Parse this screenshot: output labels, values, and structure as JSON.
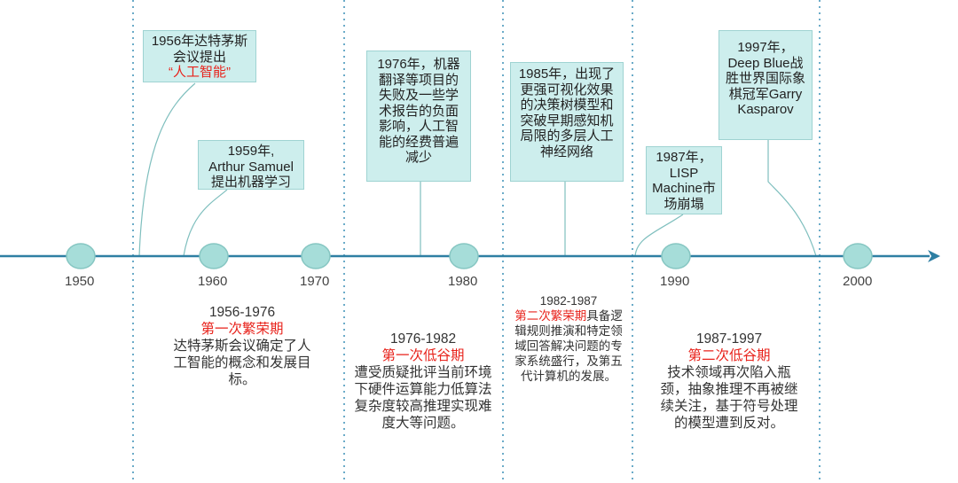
{
  "years": [
    "1950",
    "1960",
    "1970",
    "1980",
    "1990",
    "2000"
  ],
  "events": {
    "e1956": {
      "line1": "1956年达特茅斯",
      "line2": "会议提出",
      "line3": "“人工智能”"
    },
    "e1959": {
      "line1": "1959年,",
      "line2": "Arthur Samuel",
      "line3": "提出机器学习"
    },
    "e1976": {
      "text": "1976年，机器翻译等项目的失败及一些学术报告的负面影响，人工智能的经费普遍减少"
    },
    "e1985": {
      "text": "1985年，出现了更强可视化效果的决策树模型和突破早期感知机局限的多层人工神经网络"
    },
    "e1987": {
      "text": "1987年，LISP Machine市场崩塌"
    },
    "e1997": {
      "text": "1997年，Deep Blue战胜世界国际象棋冠军Garry Kasparov"
    }
  },
  "periods": {
    "p1": {
      "range": "1956-1976",
      "name": "第一次繁荣期",
      "desc": "达特茅斯会议确定了人工智能的概念和发展目标。"
    },
    "p2": {
      "range": "1976-1982",
      "name": "第一次低谷期",
      "desc": "遭受质疑批评当前环境下硬件运算能力低算法复杂度较高推理实现难度大等问题。"
    },
    "p3": {
      "range": "1982-1987",
      "name": "第二次繁荣期",
      "desc": "具备逻辑规则推演和特定领域回答解决问题的专家系统盛行，及第五代计算机的发展。"
    },
    "p4": {
      "range": "1987-1997",
      "name": "第二次低谷期",
      "desc": "技术领域再次陷入瓶颈，抽象推理不再被继续关注，基于符号处理的模型遭到反对。"
    }
  },
  "colors": {
    "axis": "#2e7fa3",
    "node": "#a6ddd9",
    "box": "#cdeeed",
    "accent": "#e8231c",
    "divider": "#3a8fb5"
  }
}
